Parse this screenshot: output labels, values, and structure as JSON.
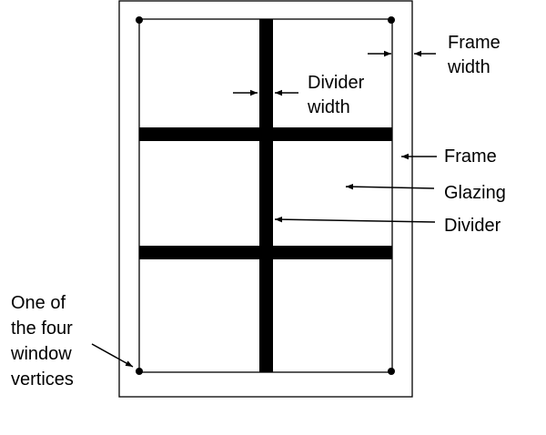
{
  "labels": {
    "frame_width_line1": "Frame",
    "frame_width_line2": "width",
    "divider_width_line1": "Divider",
    "divider_width_line2": "width",
    "frame": "Frame",
    "glazing": "Glazing",
    "divider": "Divider",
    "vertex_line1": "One of",
    "vertex_line2": "the four",
    "vertex_line3": "window",
    "vertex_line4": "vertices"
  },
  "colors": {
    "line": "#000000",
    "background": "#ffffff"
  }
}
